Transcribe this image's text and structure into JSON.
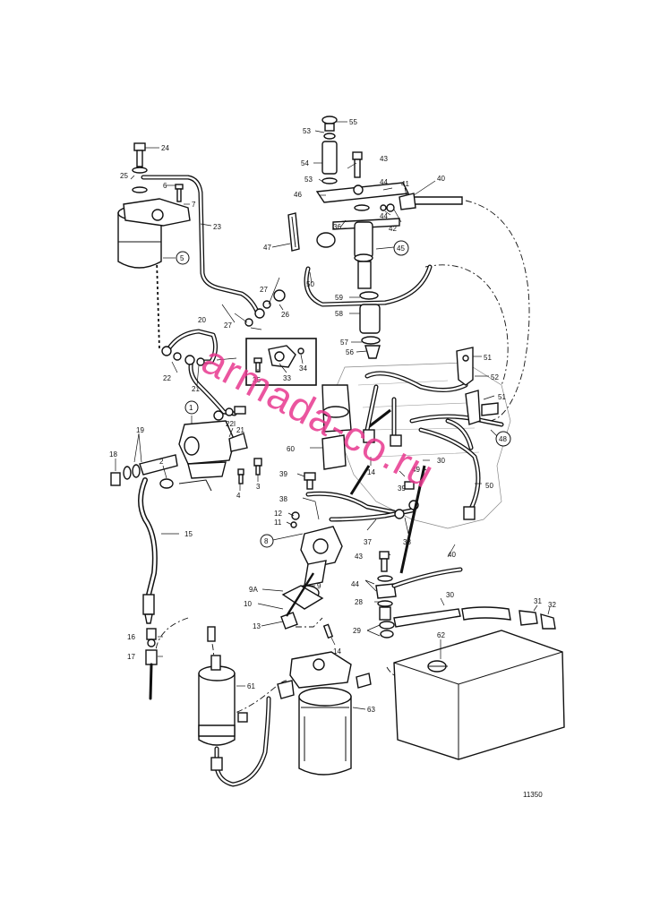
{
  "drawing_number": "11350",
  "watermark": "armada-co.ru",
  "callouts": {
    "c1": "1",
    "c2": "2",
    "c3": "3",
    "c4": "4",
    "c5": "5",
    "c6": "6",
    "c7": "7",
    "c8": "8",
    "c9": "9",
    "c9a": "9A",
    "c10": "10",
    "c11": "11",
    "c12": "12",
    "c13": "13",
    "c14a": "14",
    "c14b": "14",
    "c15": "15",
    "c16": "16",
    "c17": "17",
    "c18": "18",
    "c19": "19",
    "c20": "20",
    "c21a": "21",
    "c21b": "21",
    "c22a": "22",
    "c22b": "22",
    "c23": "23",
    "c24": "24",
    "c25": "25",
    "c26": "26",
    "c27a": "27",
    "c27b": "27",
    "c28": "28",
    "c29": "29",
    "c30a": "30",
    "c30b": "30",
    "c31": "31",
    "c32": "32",
    "c33": "33",
    "c34": "34",
    "c35": "35",
    "c36": "36",
    "c37": "37",
    "c38a": "38",
    "c38b": "38",
    "c39a": "39",
    "c39b": "39",
    "c40a": "40",
    "c40b": "40",
    "c41": "41",
    "c42": "42",
    "c43a": "43",
    "c43b": "43",
    "c44a": "44",
    "c44b": "44",
    "c44c": "44",
    "c45": "45",
    "c46": "46",
    "c47": "47",
    "c48": "48",
    "c49": "49",
    "c50a": "50",
    "c50b": "50",
    "c51a": "51",
    "c51b": "51",
    "c52": "52",
    "c53a": "53",
    "c53b": "53",
    "c54": "54",
    "c55": "55",
    "c56": "56",
    "c57": "57",
    "c58": "58",
    "c59": "59",
    "c60": "60",
    "c61": "61",
    "c62": "62",
    "c63": "63"
  }
}
